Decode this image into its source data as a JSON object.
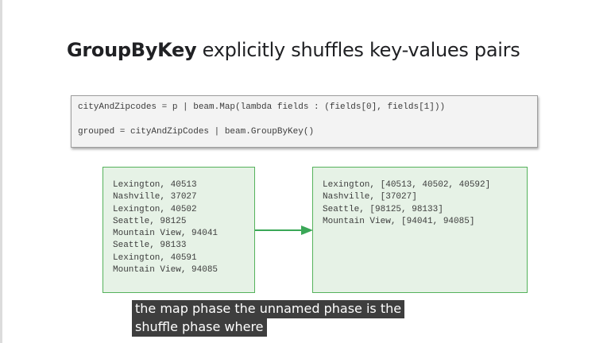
{
  "slide": {
    "title_bold": "GroupByKey",
    "title_rest": " explicitly shuffles key-values pairs"
  },
  "code": {
    "line1": "cityAndZipcodes = p | beam.Map(lambda fields : (fields[0], fields[1]))",
    "line2": "grouped = cityAndZipCodes | beam.GroupByKey()"
  },
  "input_pairs": [
    "Lexington, 40513",
    "Nashville, 37027",
    "Lexington, 40502",
    "Seattle, 98125",
    "Mountain View, 94041",
    "Seattle, 98133",
    "Lexington, 40591",
    "Mountain View, 94085"
  ],
  "grouped_pairs": [
    "Lexington, [40513, 40502, 40592]",
    "Nashville, [37027]",
    "Seattle, [98125, 98133]",
    "Mountain View, [94041, 94085]"
  ],
  "caption": {
    "line1": "the map phase the unnamed phase is the",
    "line2": "shuffle phase where"
  },
  "colors": {
    "box_fill": "#e6f2e6",
    "box_border": "#55b25b",
    "arrow": "#3aa757"
  },
  "icons": {
    "arrow": "right-arrow-icon"
  }
}
